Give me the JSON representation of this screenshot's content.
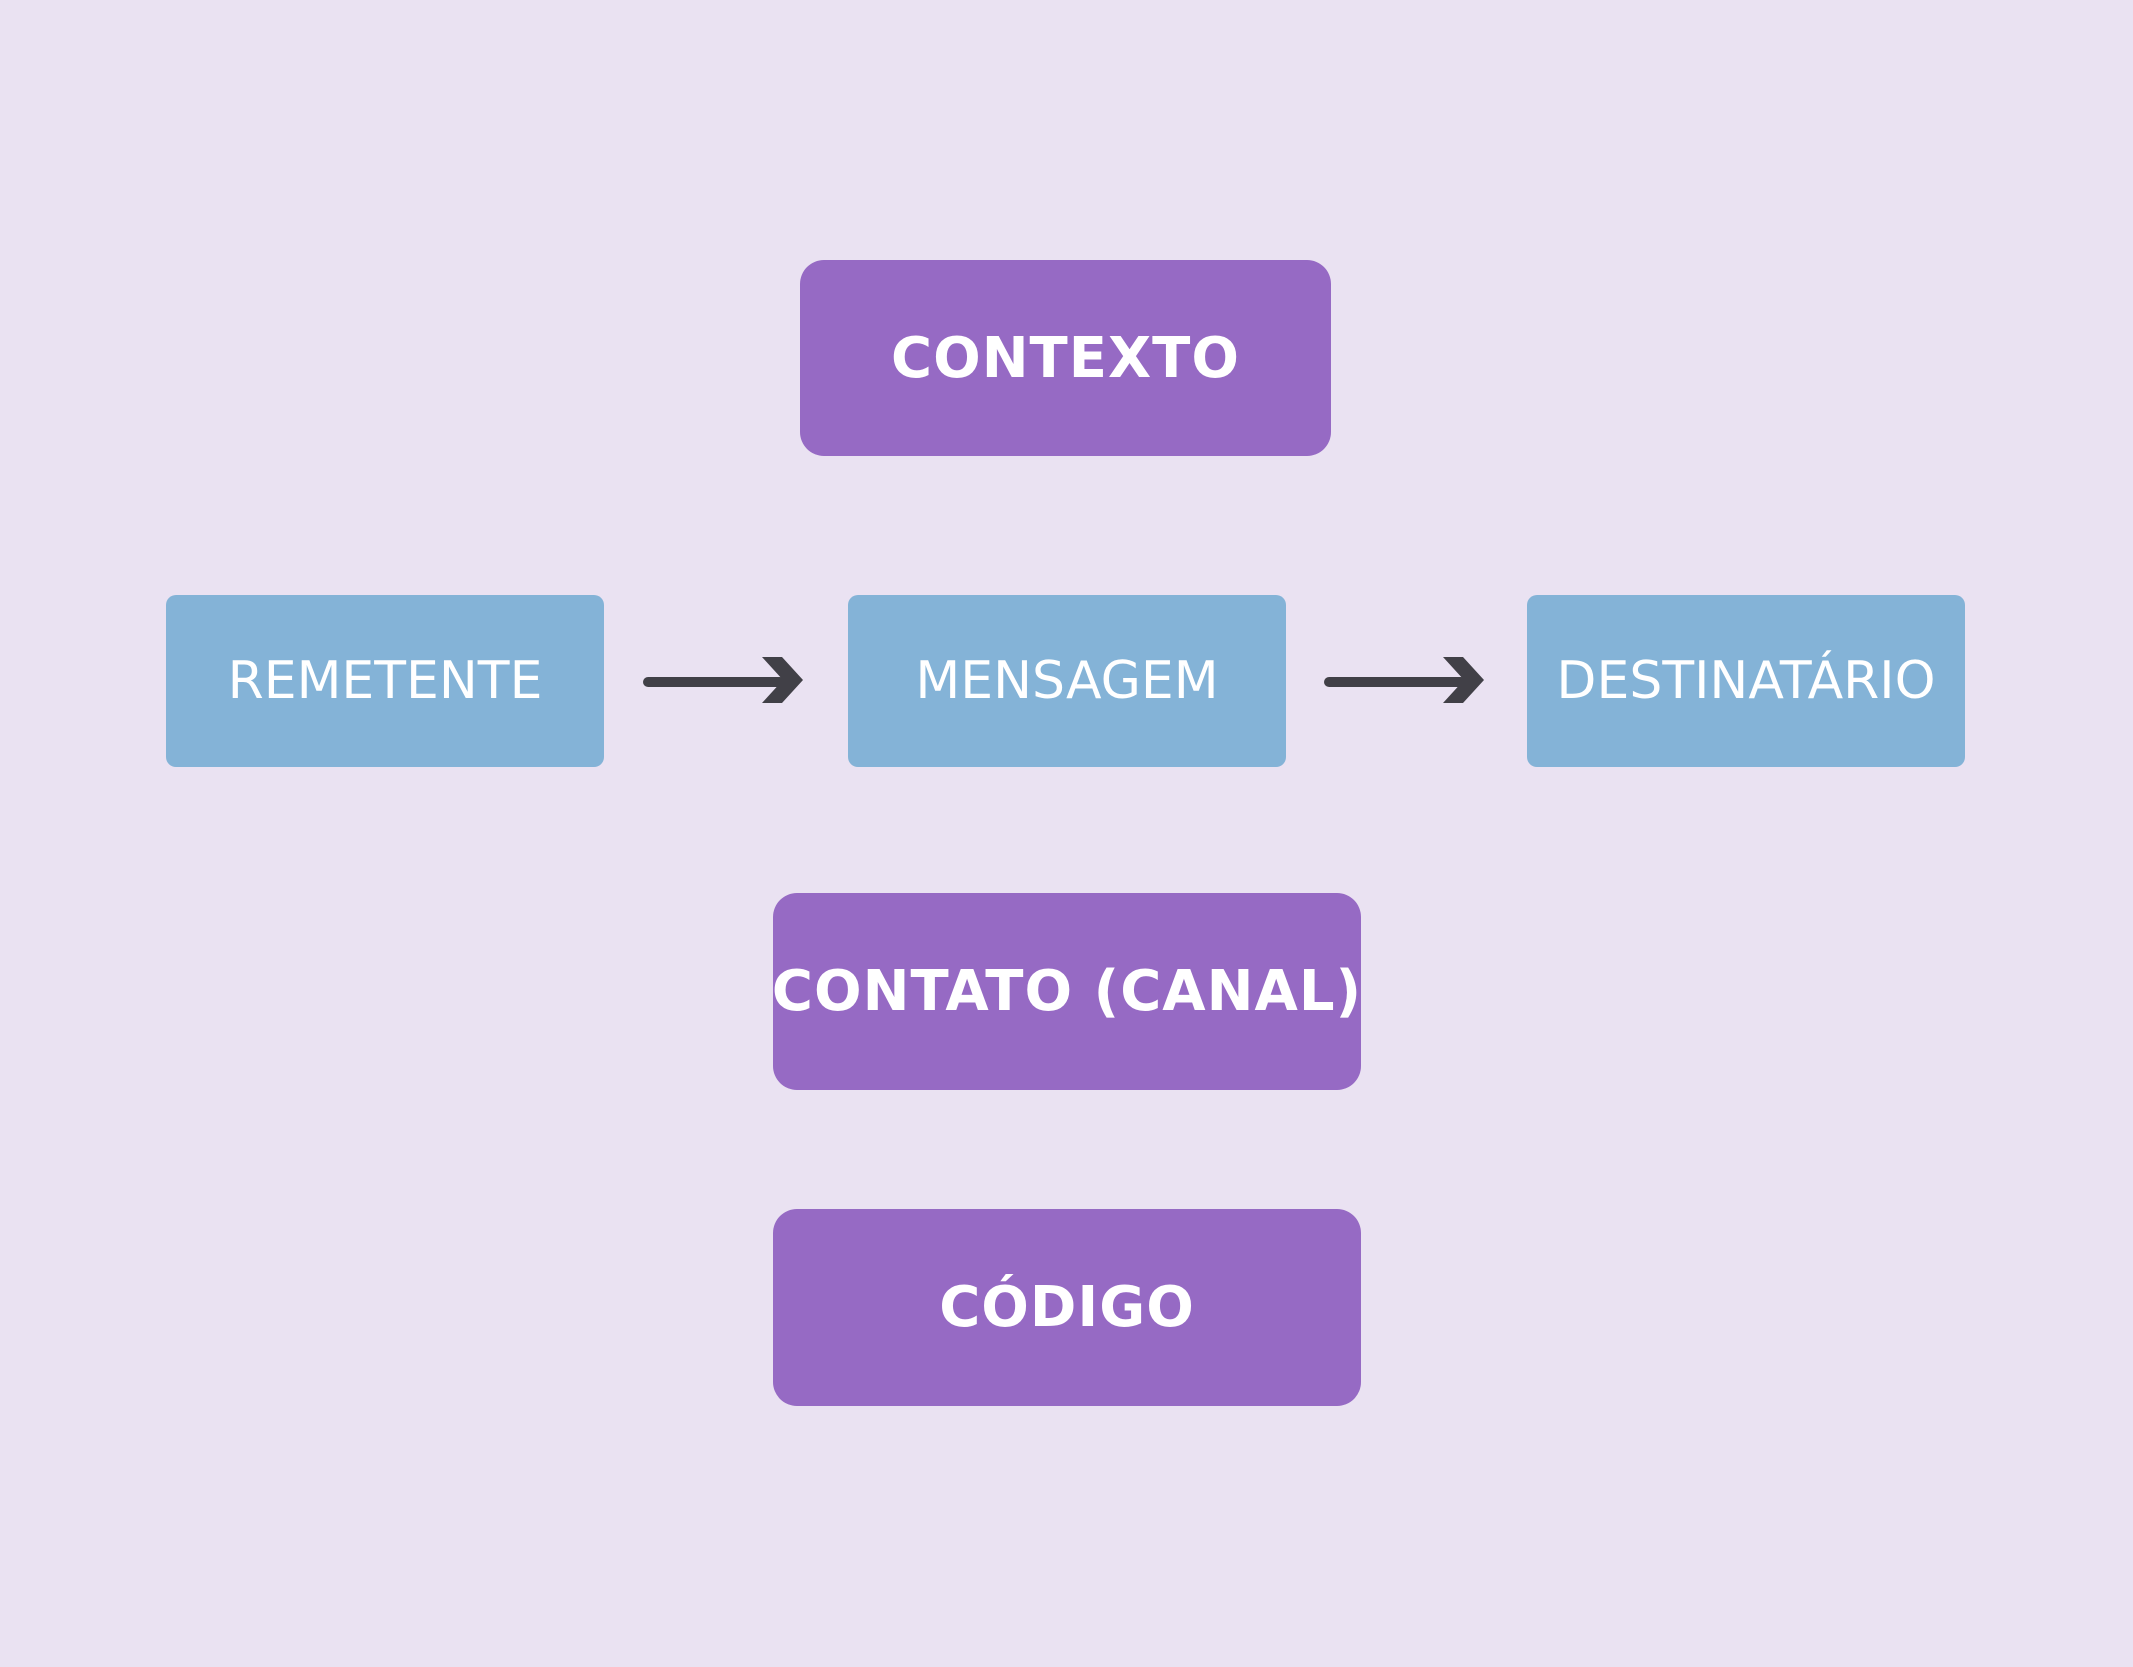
{
  "diagram": {
    "colors": {
      "background": "#eae2f2",
      "purple_box": "#966ac4",
      "blue_box": "#84b3d7",
      "arrow": "#414047",
      "text": "#ffffff"
    },
    "nodes": {
      "contexto": "CONTEXTO",
      "remetente": "REMETENTE",
      "mensagem": "MENSAGEM",
      "destinatario": "DESTINATÁRIO",
      "contato": "CONTATO (CANAL)",
      "codigo": "CÓDIGO"
    },
    "edges": [
      {
        "from": "REMETENTE",
        "to": "MENSAGEM",
        "icon": "arrow-right-icon"
      },
      {
        "from": "MENSAGEM",
        "to": "DESTINATÁRIO",
        "icon": "arrow-right-icon"
      }
    ]
  }
}
